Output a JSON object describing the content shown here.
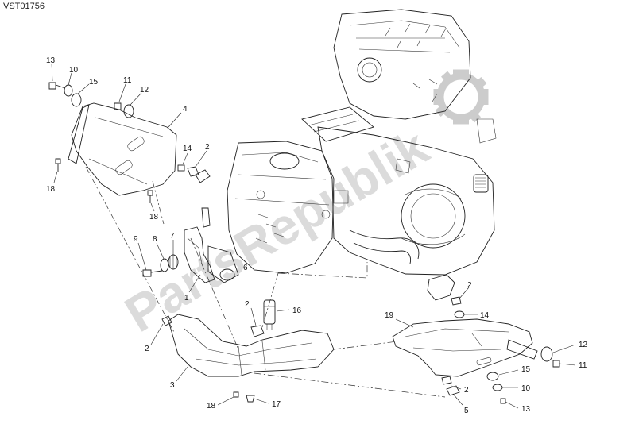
{
  "drawing_code": "VST01756",
  "watermark_text": "PartsRepublik",
  "watermark_color": "#d0d0d0",
  "line_color": "#222222",
  "callouts": [
    {
      "id": "c13a",
      "label": "13"
    },
    {
      "id": "c10a",
      "label": "10"
    },
    {
      "id": "c15a",
      "label": "15"
    },
    {
      "id": "c11a",
      "label": "11"
    },
    {
      "id": "c12a",
      "label": "12"
    },
    {
      "id": "c4",
      "label": "4"
    },
    {
      "id": "c14a",
      "label": "14"
    },
    {
      "id": "c2a",
      "label": "2"
    },
    {
      "id": "c18a",
      "label": "18"
    },
    {
      "id": "c18b",
      "label": "18"
    },
    {
      "id": "c9",
      "label": "9"
    },
    {
      "id": "c8",
      "label": "8"
    },
    {
      "id": "c7",
      "label": "7"
    },
    {
      "id": "c6",
      "label": "6"
    },
    {
      "id": "c1",
      "label": "1"
    },
    {
      "id": "c2b",
      "label": "2"
    },
    {
      "id": "c16",
      "label": "16"
    },
    {
      "id": "c2c",
      "label": "2"
    },
    {
      "id": "c3",
      "label": "3"
    },
    {
      "id": "c18c",
      "label": "18"
    },
    {
      "id": "c17",
      "label": "17"
    },
    {
      "id": "c2d",
      "label": "2"
    },
    {
      "id": "c14b",
      "label": "14"
    },
    {
      "id": "c19",
      "label": "19"
    },
    {
      "id": "c12b",
      "label": "12"
    },
    {
      "id": "c11b",
      "label": "11"
    },
    {
      "id": "c15b",
      "label": "15"
    },
    {
      "id": "c10b",
      "label": "10"
    },
    {
      "id": "c2e",
      "label": "2"
    },
    {
      "id": "c5",
      "label": "5"
    },
    {
      "id": "c13b",
      "label": "13"
    }
  ]
}
